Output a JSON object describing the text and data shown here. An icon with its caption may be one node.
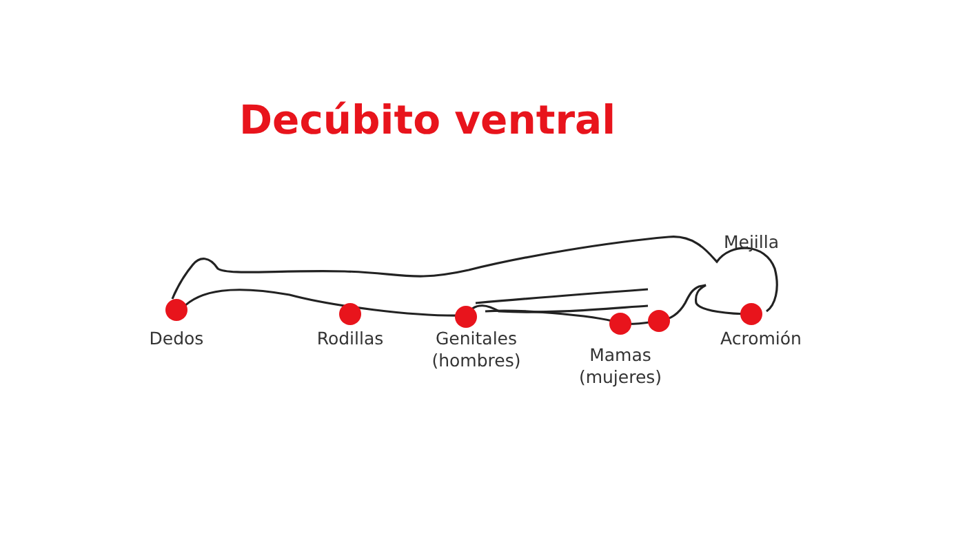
{
  "diagram": {
    "title": "Decúbito ventral",
    "labels": [
      "Mejilla",
      "Dedos",
      "Rodillas",
      "Genitales (hombres)",
      "Mamas (mujeres)",
      "Acromión"
    ]
  }
}
